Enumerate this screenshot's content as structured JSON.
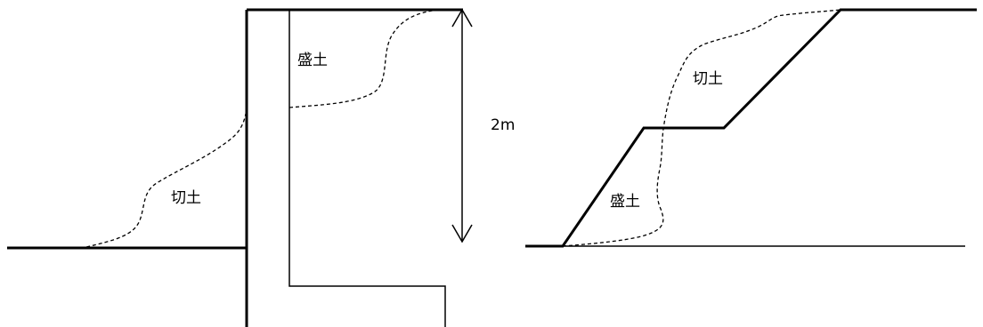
{
  "left_figure": {
    "fill_label": "盛土",
    "cut_label": "切土",
    "height_label": "2m"
  },
  "right_figure": {
    "cut_label": "切土",
    "fill_label": "盛土"
  }
}
